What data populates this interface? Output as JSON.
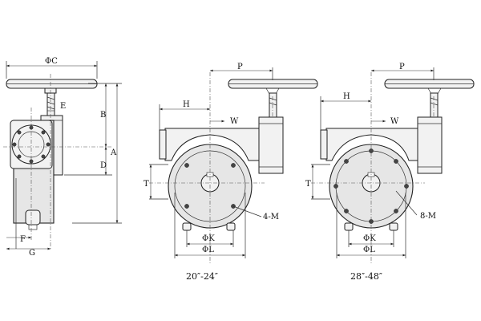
{
  "labels": {
    "phi_c": "ΦC",
    "e": "E",
    "b": "B",
    "a": "A",
    "d": "D",
    "f": "F",
    "g": "G",
    "h": "H",
    "w": "W",
    "p": "P",
    "t": "T",
    "phi_k": "ΦK",
    "phi_l": "ΦL",
    "bolt_4m": "4-M",
    "bolt_8m": "8-M"
  },
  "captions": {
    "mid": "20″-24″",
    "right": "28″-48″"
  }
}
